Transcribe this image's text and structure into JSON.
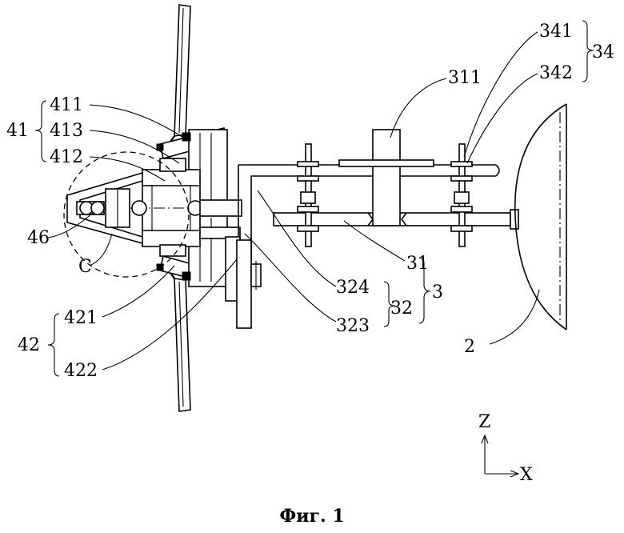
{
  "labels": {
    "l341": "341",
    "l342": "342",
    "l34": "34",
    "l311": "311",
    "l411": "411",
    "l413": "413",
    "l412": "412",
    "l41": "41",
    "l46": "46",
    "lC": "C",
    "l31": "31",
    "l3": "3",
    "l324": "324",
    "l32": "32",
    "l323": "323",
    "l421": "421",
    "l42": "42",
    "l422": "422",
    "l2": "2"
  },
  "axes": {
    "z": "Z",
    "x": "X"
  },
  "caption": "Фиг. 1"
}
